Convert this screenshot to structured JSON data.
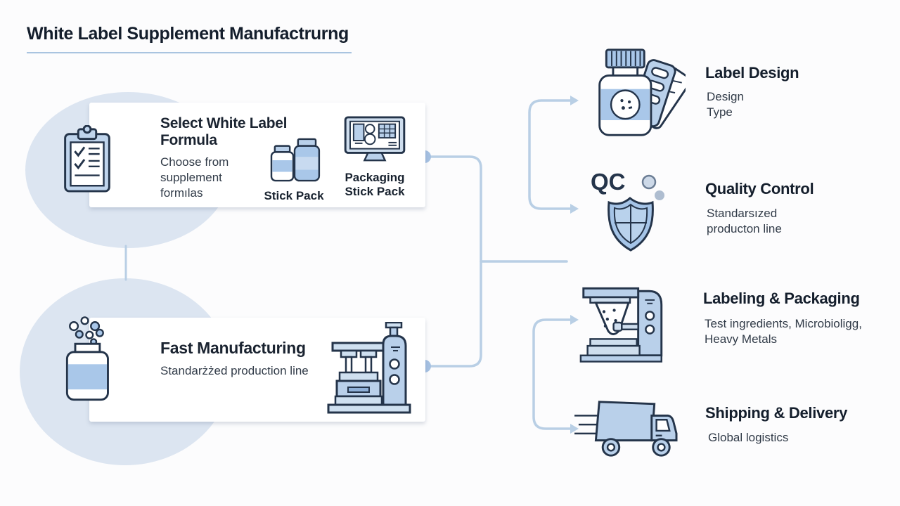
{
  "page": {
    "title": "White Label Supplement Manufactrurng"
  },
  "colors": {
    "circle_fill": "#dce5f1",
    "icon_fill_light": "#b9d0ea",
    "icon_fill_medium": "#a9c7e9",
    "icon_outline": "#24344a",
    "connector": "#b9cfe5",
    "heading_text": "#141e2c",
    "body_text": "#313b48"
  },
  "left_steps": [
    {
      "icon": "clipboard-checklist-icon",
      "heading": "Select White Label\nFormula",
      "description": "Choose from\nsupplement\nformılas",
      "badges": [
        {
          "icon": "supplement-bottles-icon",
          "label": "Stick Pack"
        },
        {
          "icon": "packaging-monitor-icon",
          "label": "Packaging\nStick Pack"
        }
      ]
    },
    {
      "icon": "supplement-jar-icon",
      "heading": "Fast Manufacturing",
      "description": "Standarżżed production line",
      "badges": [
        {
          "icon": "tablet-press-machine-icon",
          "label": ""
        }
      ]
    }
  ],
  "right_items": [
    {
      "icon": "bottle-blister-pack-icon",
      "heading": "Label Design",
      "description": "Design\nType"
    },
    {
      "icon": "qc-shield-icon",
      "icon_text": "QC",
      "heading": "Quality Control",
      "description": "Standarsızed\nproducton line"
    },
    {
      "icon": "labeling-machine-icon",
      "heading": "Labeling & Packaging",
      "description": "Test ingredients, Microbioligg,\nHeavy Metals"
    },
    {
      "icon": "shipping-truck-icon",
      "heading": "Shipping & Delivery",
      "description": "Global logistics"
    }
  ]
}
